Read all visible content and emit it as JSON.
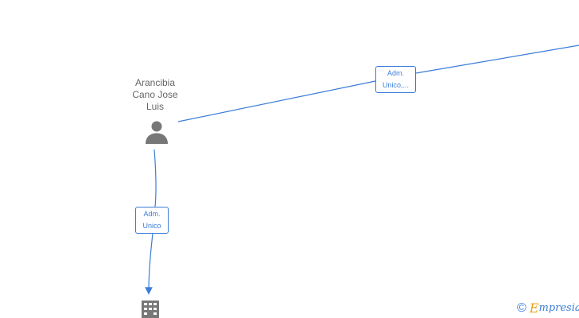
{
  "person": {
    "name_lines": [
      "Arancibia",
      "Cano Jose",
      "Luis"
    ],
    "icon": "person-icon"
  },
  "company": {
    "icon": "building-icon"
  },
  "relations": [
    {
      "id": "role-top",
      "label_lines": [
        "Adm.",
        "Unico,..."
      ]
    },
    {
      "id": "role-down",
      "label_lines": [
        "Adm.",
        "Unico"
      ]
    }
  ],
  "brand": {
    "copyright_symbol": "©",
    "initial": "E",
    "rest": "mpresia"
  },
  "colors": {
    "link": "#3b7dd8",
    "node_icon": "#777777",
    "text": "#666666",
    "brand_accent": "#e8a317"
  }
}
